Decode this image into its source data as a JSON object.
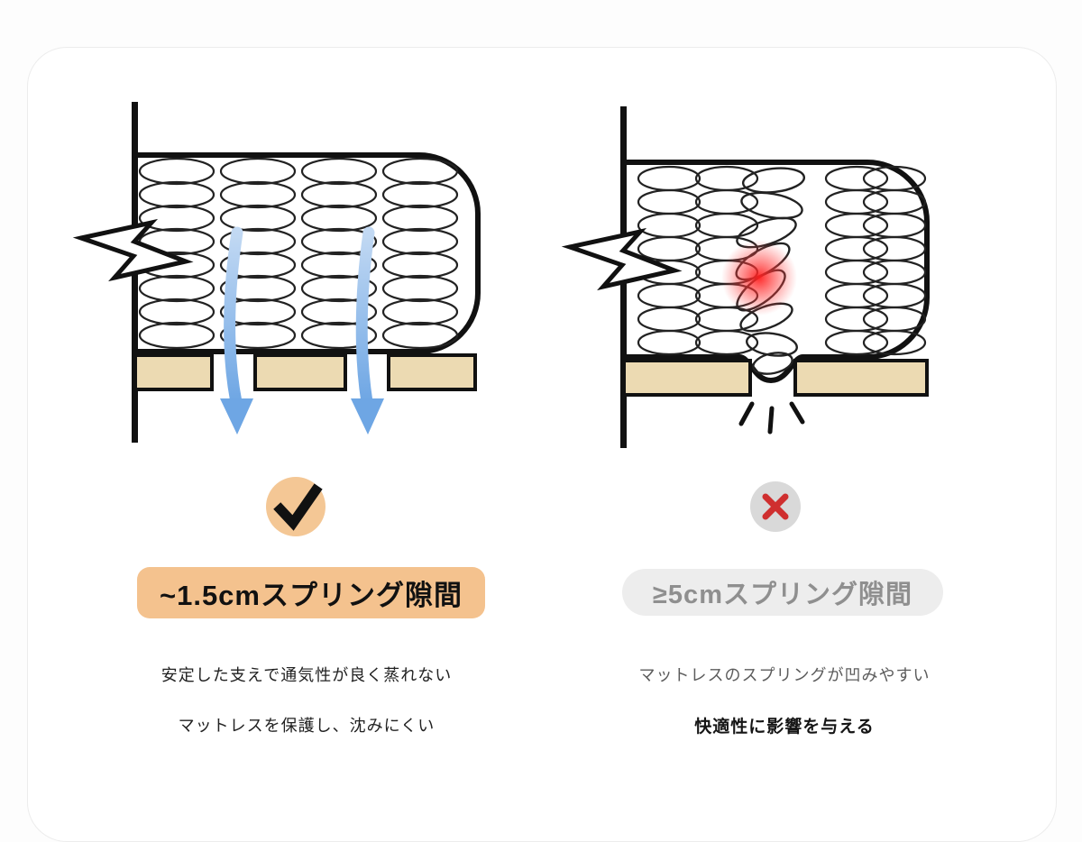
{
  "left_panel": {
    "badge_icon": "check-icon",
    "label": "~1.5cmスプリング隙間",
    "desc_line1": "安定した支えで通気性が良く蒸れない",
    "desc_line2": "マットレスを保護し、沈みにくい"
  },
  "right_panel": {
    "badge_icon": "cross-icon",
    "label": "≥5cmスプリング隙間",
    "desc_line1": "マットレスのスプリングが凹みやすい",
    "desc_line2": "快適性に影響を与える"
  },
  "colors": {
    "highlight_peach": "#f4c28e",
    "pill_gray": "#ededed",
    "slat_wood": "#ecdab2",
    "airflow_blue": "#7fb0e8",
    "sag_alert_red": "#ff2a2a",
    "cross_red": "#cf2f2f",
    "badge_circle_gray": "#d9d9d9",
    "ink": "#111111",
    "muted_text": "#8f8f8f"
  }
}
